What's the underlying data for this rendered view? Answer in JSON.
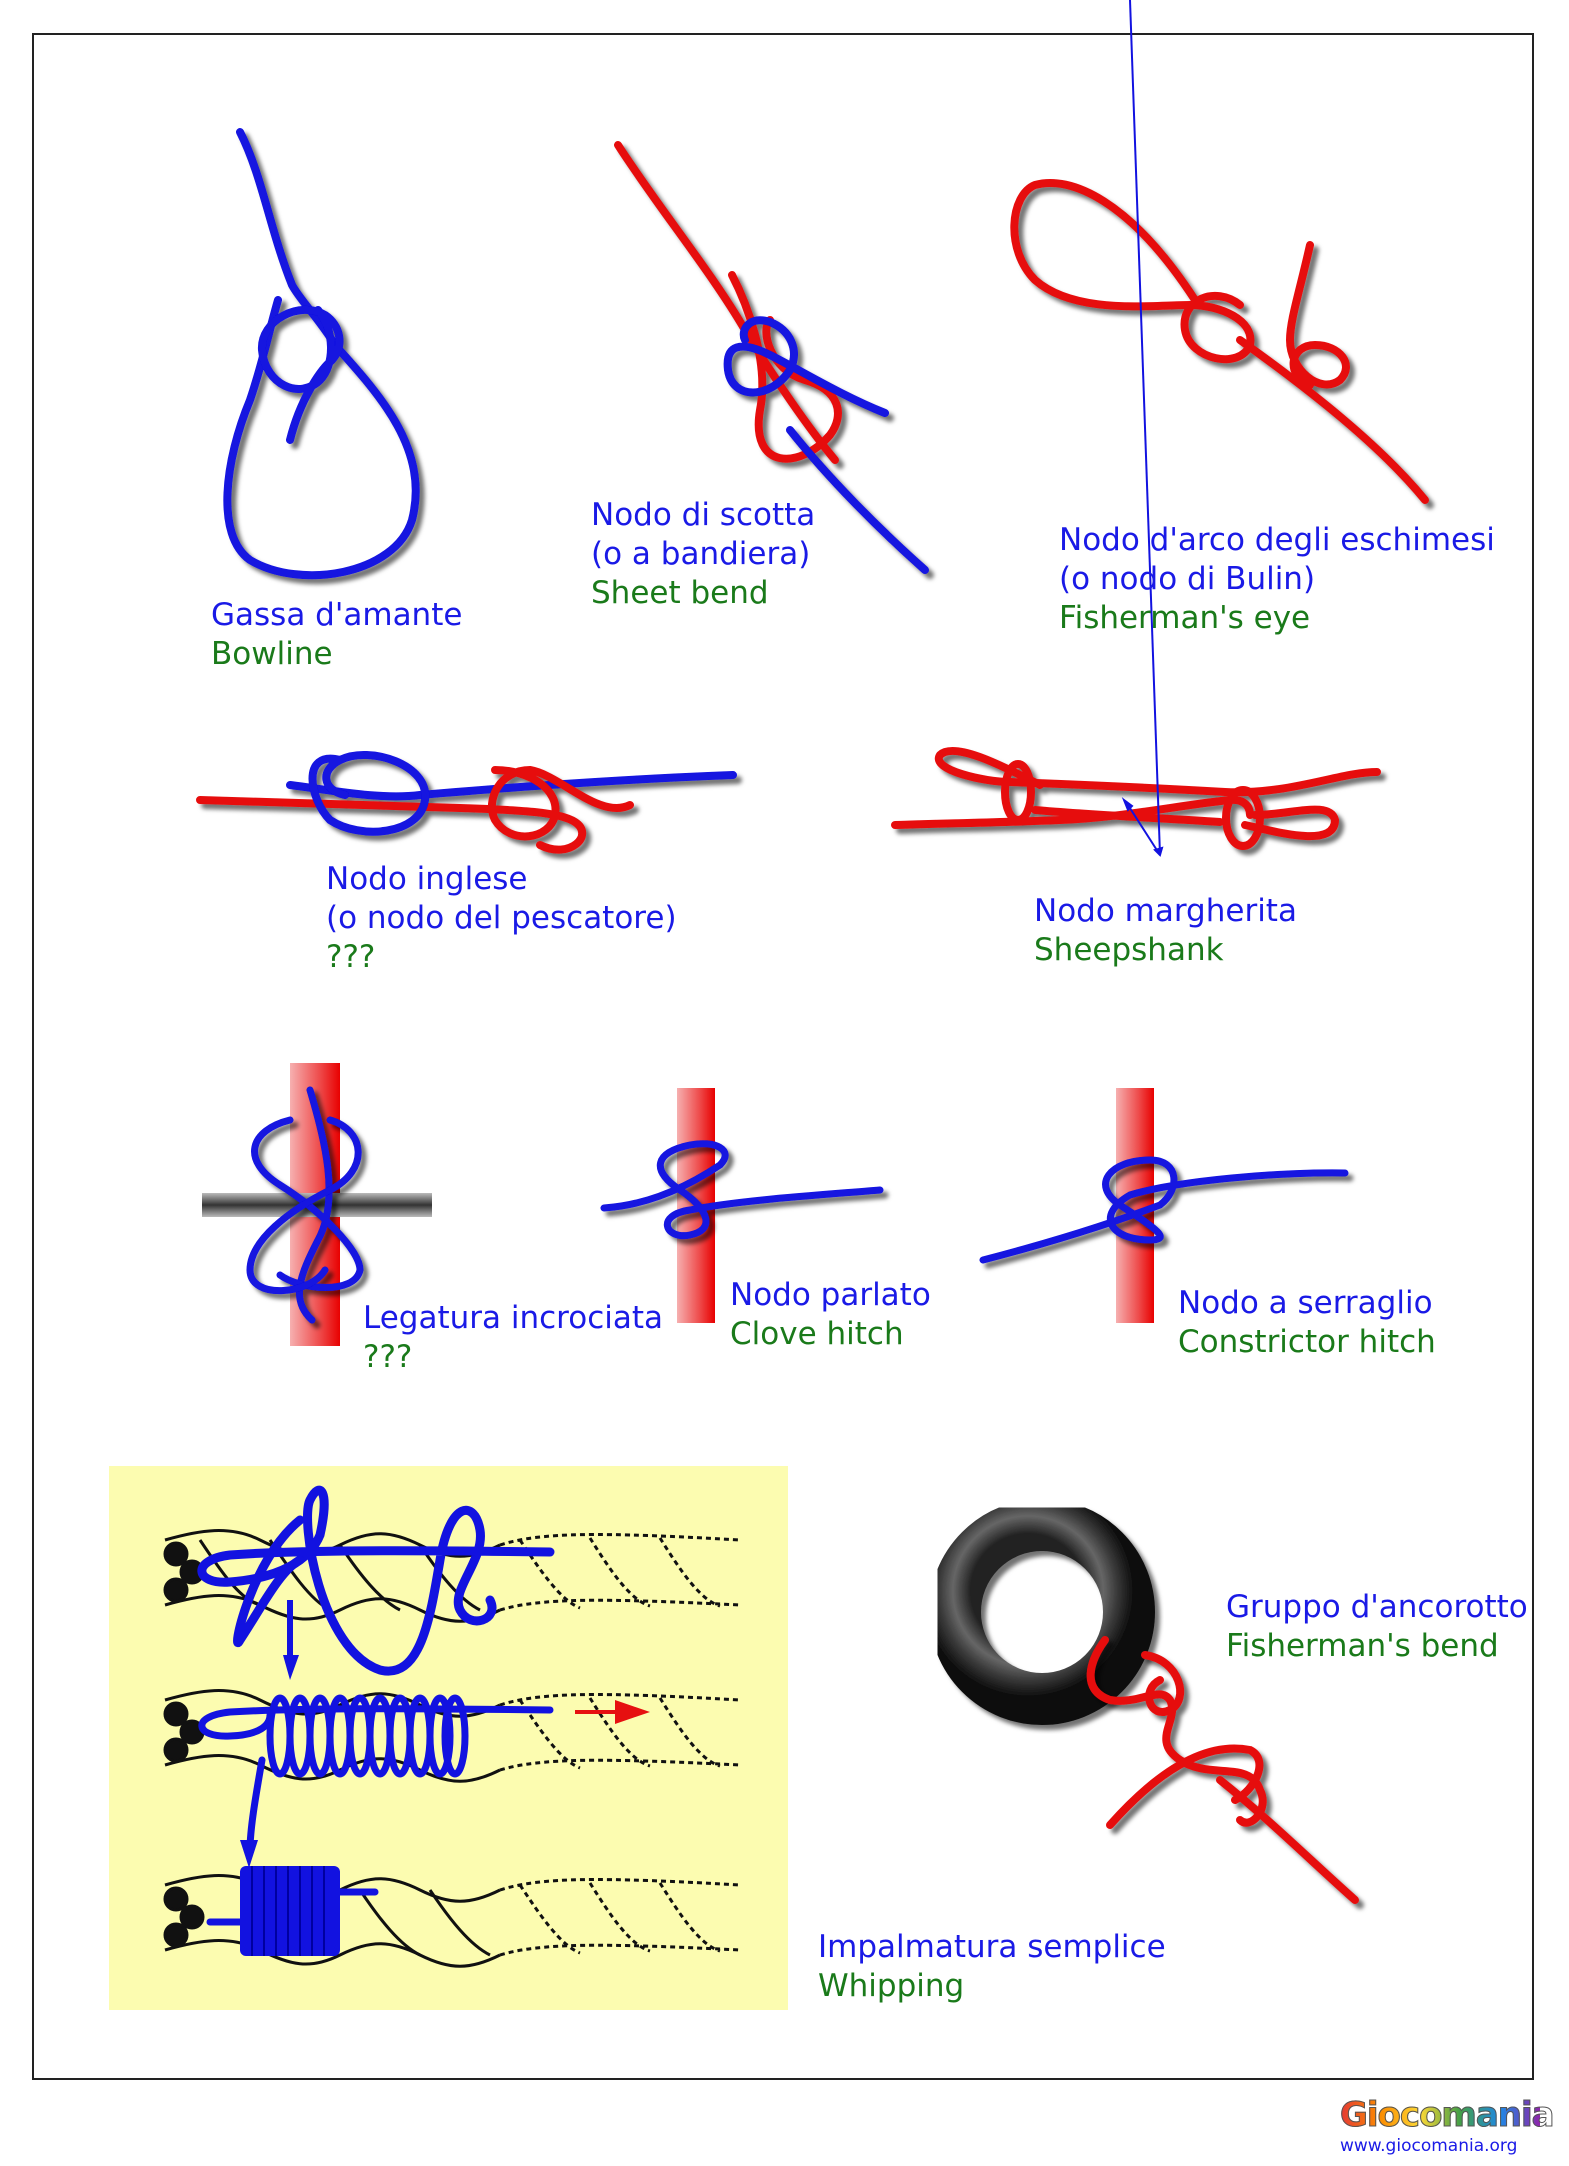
{
  "knots": [
    {
      "it": [
        "Gassa d'amante"
      ],
      "en": "Bowline"
    },
    {
      "it": [
        "Nodo di scotta",
        "(o a bandiera)"
      ],
      "en": "Sheet bend"
    },
    {
      "it": [
        "Nodo d'arco degli eschimesi",
        "(o nodo di Bulin)"
      ],
      "en": "Fisherman's eye"
    },
    {
      "it": [
        "Nodo inglese",
        "(o nodo del pescatore)"
      ],
      "en": "???"
    },
    {
      "it": [
        "Nodo margherita"
      ],
      "en": "Sheepshank"
    },
    {
      "it": [
        "Legatura incrociata"
      ],
      "en": "???"
    },
    {
      "it": [
        "Nodo parlato"
      ],
      "en": "Clove hitch"
    },
    {
      "it": [
        "Nodo a serraglio"
      ],
      "en": "Constrictor hitch"
    },
    {
      "it": [
        "Gruppo d'ancorotto"
      ],
      "en": "Fisherman's bend"
    },
    {
      "it": [
        "Impalmatura semplice"
      ],
      "en": "Whipping"
    }
  ],
  "logo": {
    "name": "Giocomania",
    "url": "www.giocomania.org"
  },
  "colors": {
    "italian": "#1a1ae6",
    "english": "#1a7a1a",
    "rope_blue": "#1212e0",
    "rope_red": "#e61010",
    "panel": "#fcfcb0"
  }
}
